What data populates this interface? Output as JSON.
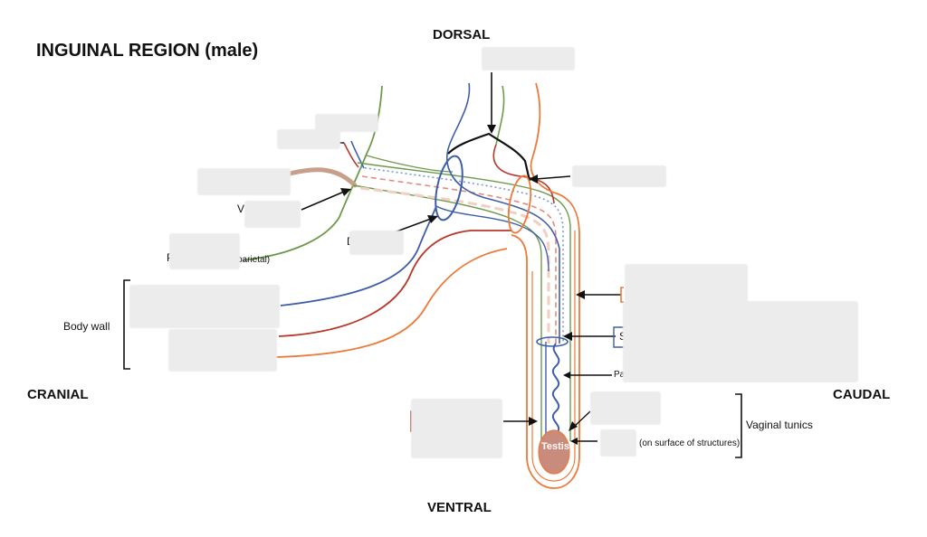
{
  "title": "INGUINAL REGION (male)",
  "directions": {
    "dorsal": "DORSAL",
    "ventral": "VENTRAL",
    "cranial": "CRANIAL",
    "caudal": "CAUDAL"
  },
  "labels": {
    "body_wall": "Body wall",
    "vaginal_tunics": "Vaginal tunics",
    "testis": "Testis",
    "on_surface": "(on surface of structures)",
    "parietal_fragment": "parietal)",
    "p_prefix": "P",
    "v_prefix": "V",
    "d_prefix": "D",
    "s_prefix": "S",
    "pa_prefix": "Pa"
  },
  "colors": {
    "green": "#6e9a4c",
    "blue": "#3f5ea8",
    "red": "#b8372b",
    "orange": "#ec7a3a",
    "black": "#111111",
    "tan": "#c8a08a",
    "testis": "#c98b7c"
  }
}
